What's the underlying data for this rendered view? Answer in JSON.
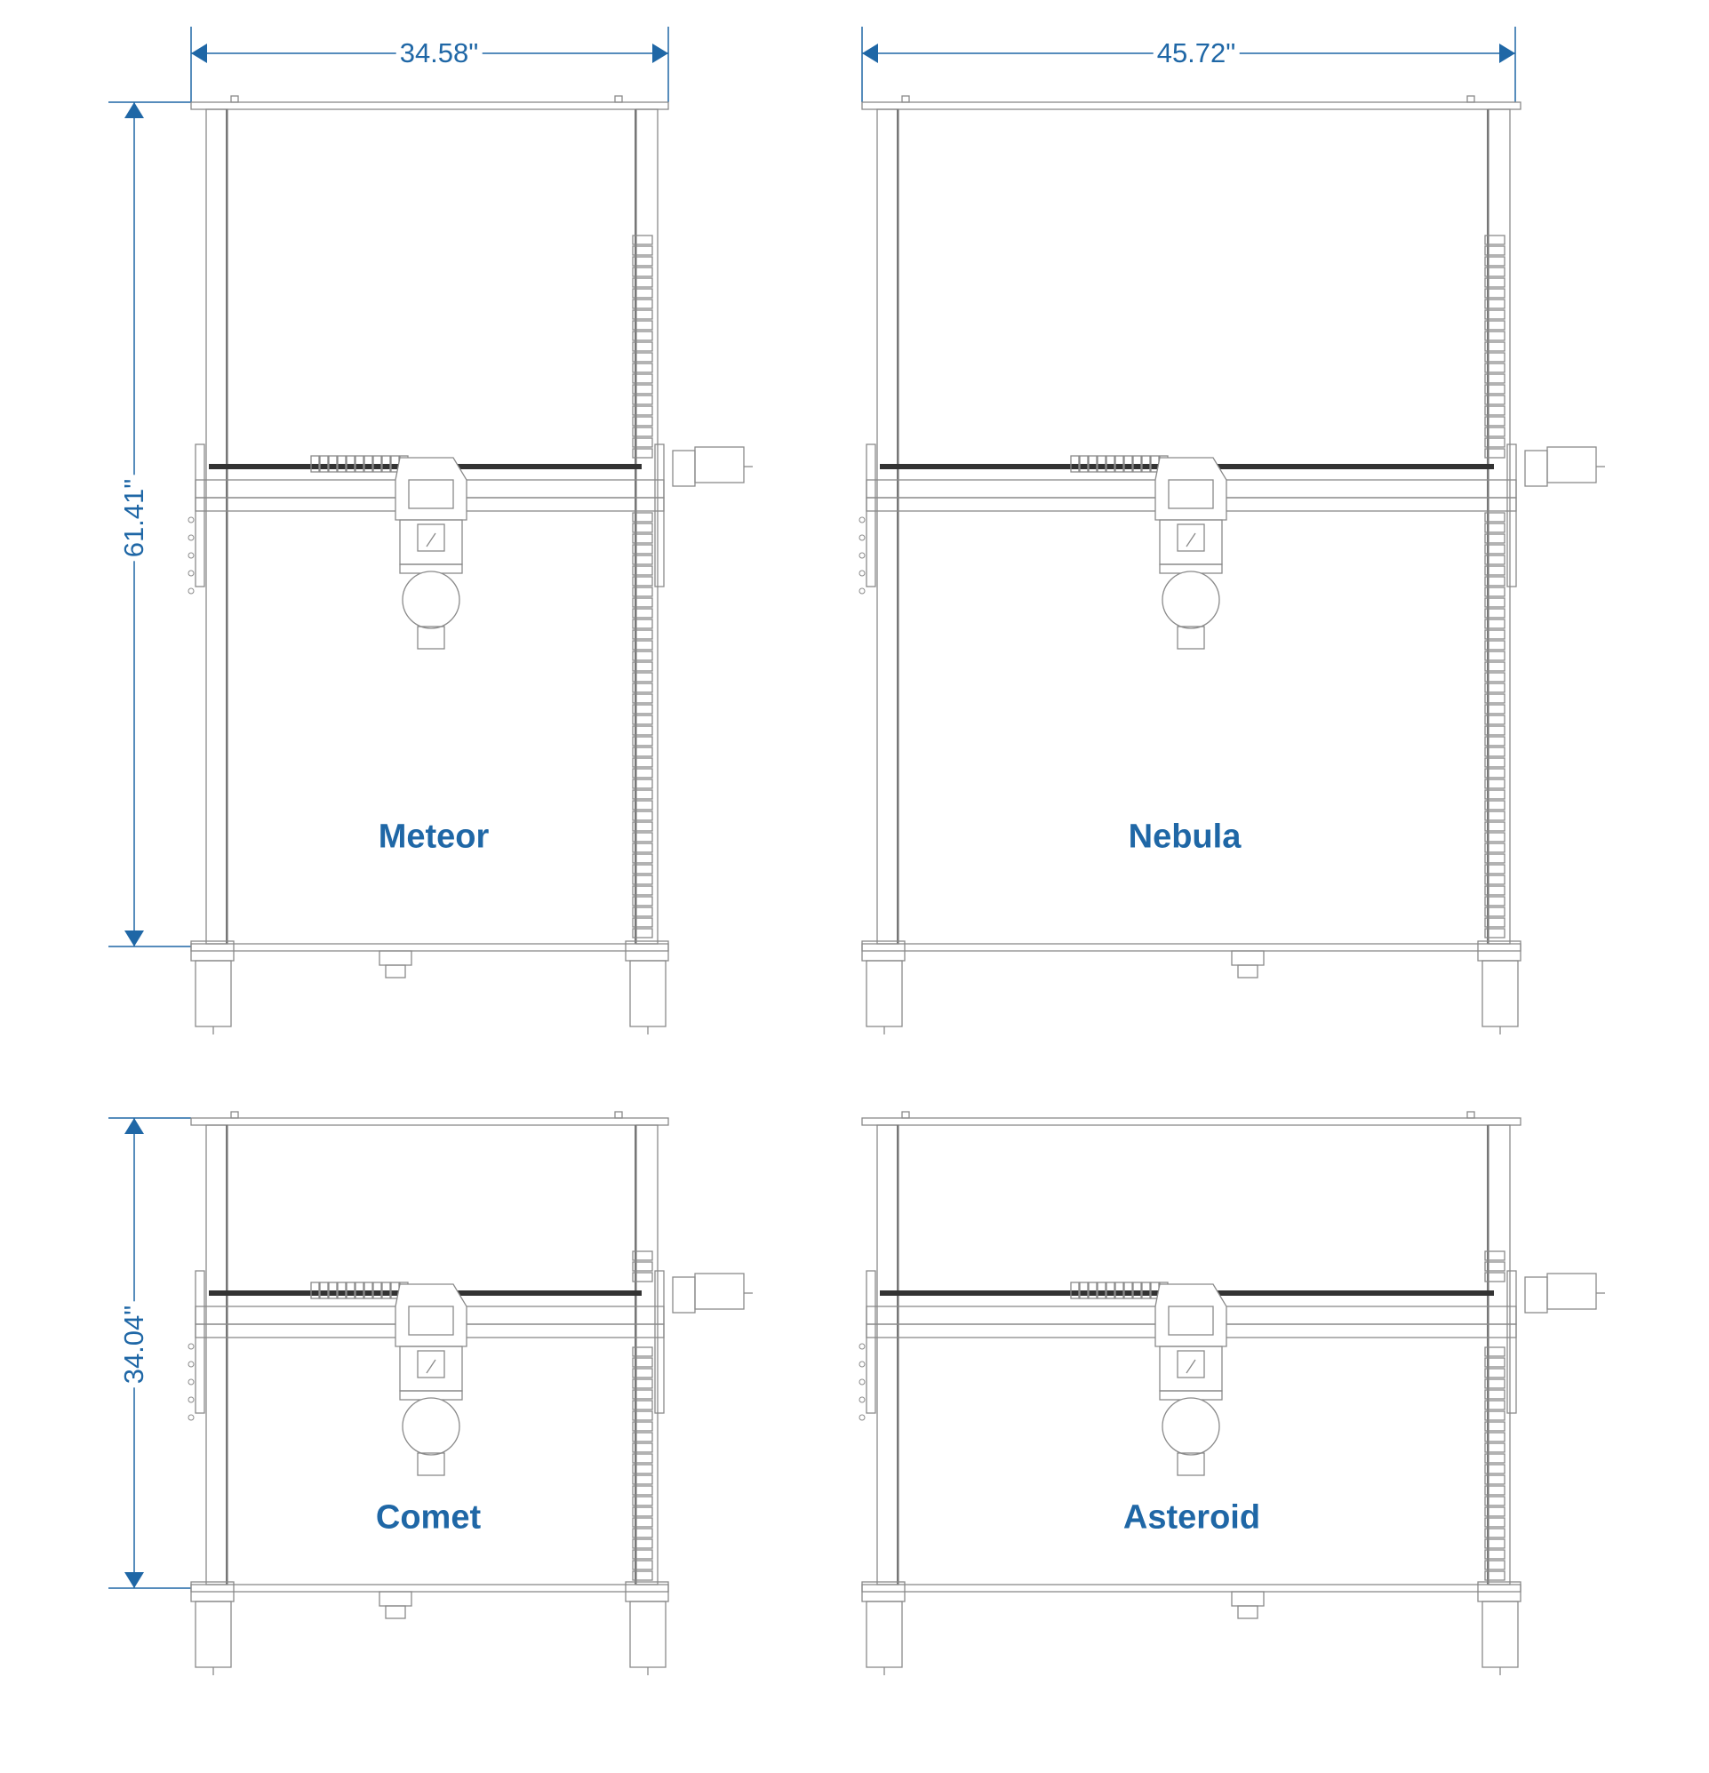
{
  "colors": {
    "accent": "#1f67a6",
    "line": "#8a8a8a",
    "rail": "#333333"
  },
  "dimensions": {
    "width_small": "34.58\"",
    "width_large": "45.72\"",
    "length_long": "61.41\"",
    "length_short": "34.04\""
  },
  "machines": [
    {
      "name": "Meteor"
    },
    {
      "name": "Nebula"
    },
    {
      "name": "Comet"
    },
    {
      "name": "Asteroid"
    }
  ]
}
